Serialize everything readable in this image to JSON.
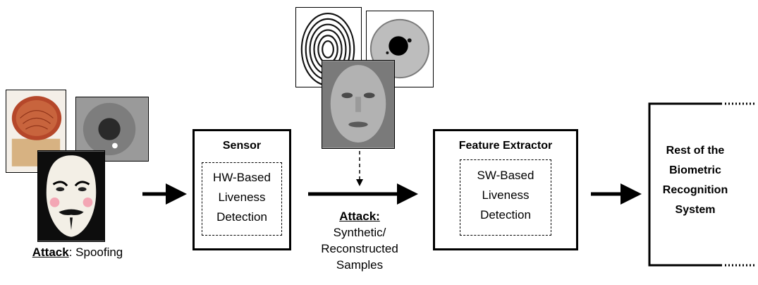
{
  "attack_spoofing": {
    "label": "Attack",
    "text": ": Spoofing"
  },
  "attack_synthetic": {
    "label": "Attack:",
    "lines": [
      "Synthetic/",
      "Reconstructed",
      "Samples"
    ]
  },
  "sensor": {
    "title": "Sensor",
    "inner_lines": [
      "HW-Based",
      "Liveness",
      "Detection"
    ]
  },
  "feature_extractor": {
    "title": "Feature Extractor",
    "inner_lines": [
      "SW-Based",
      "Liveness",
      "Detection"
    ]
  },
  "rest": {
    "lines": [
      "Rest of the",
      "Biometric",
      "Recognition",
      "System"
    ]
  },
  "colors": {
    "stroke": "#000000",
    "background": "#ffffff"
  }
}
